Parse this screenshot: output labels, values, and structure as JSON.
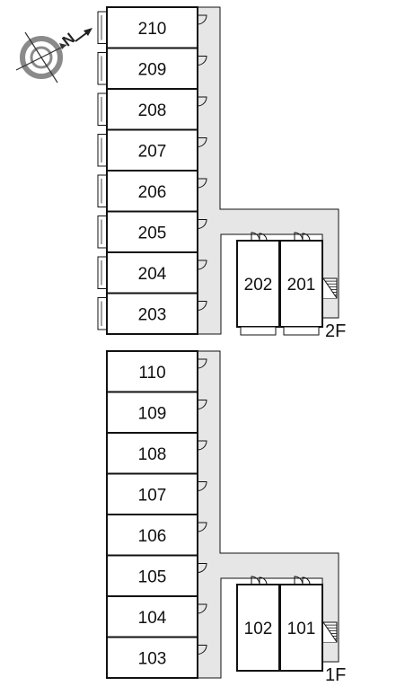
{
  "compass": {
    "north_label": "N"
  },
  "floors": [
    {
      "label": "2F",
      "corridor_units": [
        "210",
        "209",
        "208",
        "207",
        "206",
        "205",
        "204",
        "203"
      ],
      "annex_units": [
        "202",
        "201"
      ]
    },
    {
      "label": "1F",
      "corridor_units": [
        "110",
        "109",
        "108",
        "107",
        "106",
        "105",
        "104",
        "103"
      ],
      "annex_units": [
        "102",
        "101"
      ]
    }
  ],
  "colors": {
    "wall": "#111111",
    "corridor": "#e6e6e6",
    "room": "#ffffff",
    "balcony": "#ffffff",
    "compass_ring": "#8a8a8a"
  }
}
